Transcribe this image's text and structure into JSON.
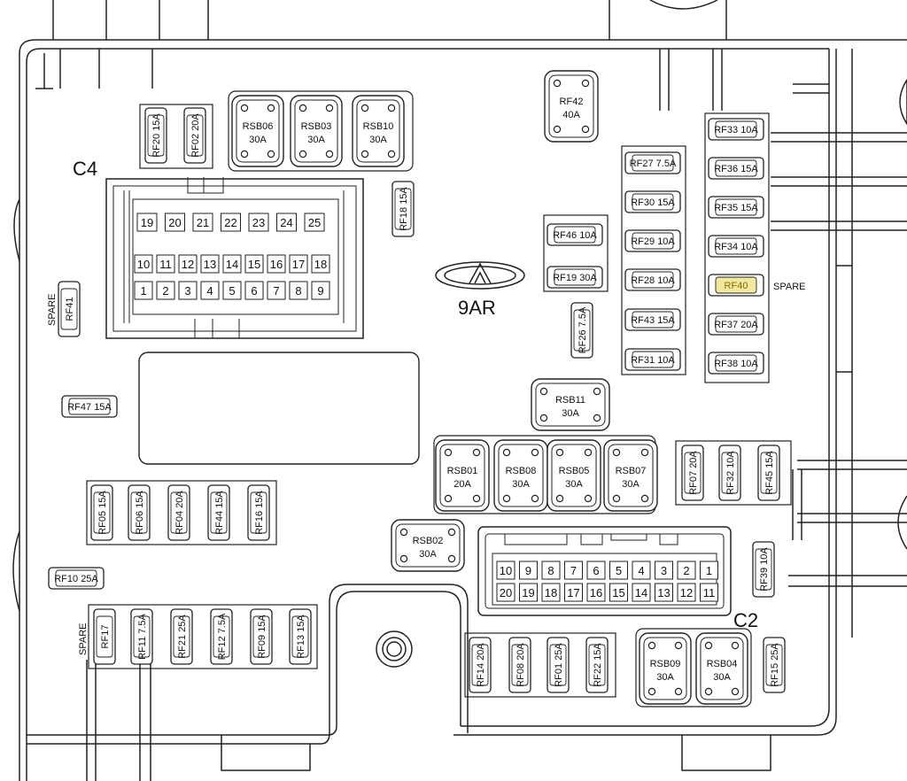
{
  "labels": {
    "c4": "C4",
    "c2": "C2",
    "logo": "9AR",
    "spare": "SPARE"
  },
  "rsb": [
    {
      "name": "RSB06",
      "amp": "30A"
    },
    {
      "name": "RSB03",
      "amp": "30A"
    },
    {
      "name": "RSB10",
      "amp": "30A"
    },
    {
      "name": "RF42",
      "amp": "40A"
    },
    {
      "name": "RSB11",
      "amp": "30A"
    },
    {
      "name": "RSB01",
      "amp": "20A"
    },
    {
      "name": "RSB08",
      "amp": "30A"
    },
    {
      "name": "RSB05",
      "amp": "30A"
    },
    {
      "name": "RSB07",
      "amp": "30A"
    },
    {
      "name": "RSB02",
      "amp": "30A"
    },
    {
      "name": "RSB09",
      "amp": "30A"
    },
    {
      "name": "RSB04",
      "amp": "30A"
    }
  ],
  "fuses": [
    "RF20 15A",
    "RF02 20A",
    "RF18 15A",
    "RF41",
    "RF47 15A",
    "RF05 15A",
    "RF06 15A",
    "RF04 20A",
    "RF44 15A",
    "RF16 15A",
    "RF10 25A",
    "RF17",
    "RF11 7.5A",
    "RF21 25A",
    "RF12 7.5A",
    "RF09 15A",
    "RF13 15A",
    "RF46 10A",
    "RF19 30A",
    "RF26 7.5A",
    "RF27 7.5A",
    "RF30 15A",
    "RF29 10A",
    "RF28 10A",
    "RF43 15A",
    "RF31 10A",
    "RF33 10A",
    "RF36 15A",
    "RF35 15A",
    "RF34 10A",
    "RF40",
    "RF37 20A",
    "RF38 10A",
    "RF07 20A",
    "RF32 10A",
    "RF45 15A",
    "RF39 10A",
    "RF14 20A",
    "RF08 20A",
    "RF01 25A",
    "RF22 15A",
    "RF15 25A"
  ],
  "c4_pins": {
    "row_top": [
      "19",
      "20",
      "21",
      "22",
      "23",
      "24",
      "25"
    ],
    "row_mid": [
      "10",
      "11",
      "12",
      "13",
      "14",
      "15",
      "16",
      "17",
      "18"
    ],
    "row_bot": [
      "1",
      "2",
      "3",
      "4",
      "5",
      "6",
      "7",
      "8",
      "9"
    ]
  },
  "c2_pins": {
    "row_top": [
      "10",
      "9",
      "8",
      "7",
      "6",
      "5",
      "4",
      "3",
      "2",
      "1"
    ],
    "row_bot": [
      "20",
      "19",
      "18",
      "17",
      "16",
      "15",
      "14",
      "13",
      "12",
      "11"
    ]
  },
  "colors": {
    "line": "#222222",
    "highlight": "#f2e9a0"
  }
}
